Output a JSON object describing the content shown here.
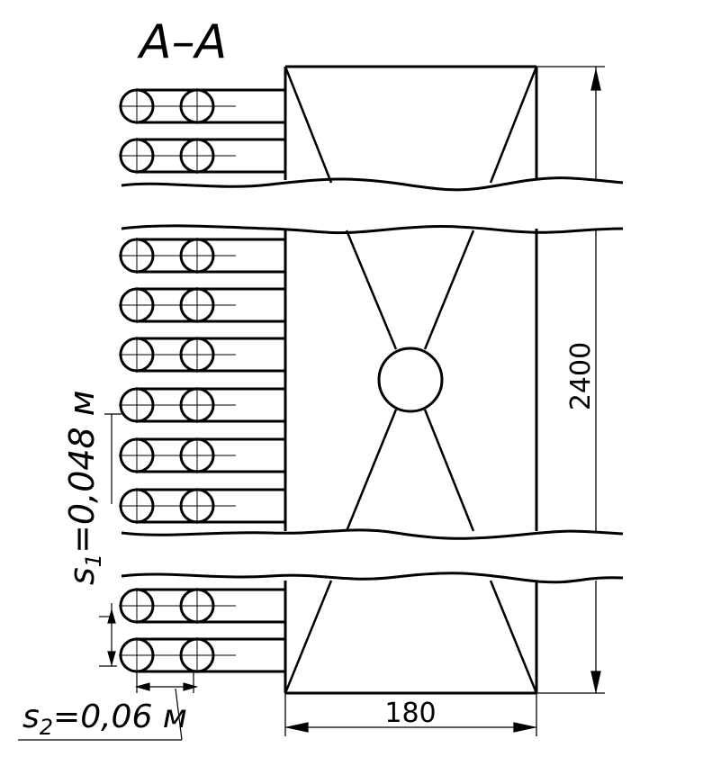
{
  "section_label": "A–A",
  "dimensions": {
    "height": "2400",
    "width": "180"
  },
  "pitch_labels": {
    "s1": {
      "symbol": "s",
      "subscript": "1",
      "rest": "=0,048 м"
    },
    "s2": {
      "symbol": "s",
      "subscript": "2",
      "rest": "=0,06 м"
    }
  },
  "tube_bundle": {
    "columns": 2,
    "rows_visible": 10
  },
  "colors": {
    "ink": "#000000",
    "paper": "#ffffff"
  }
}
